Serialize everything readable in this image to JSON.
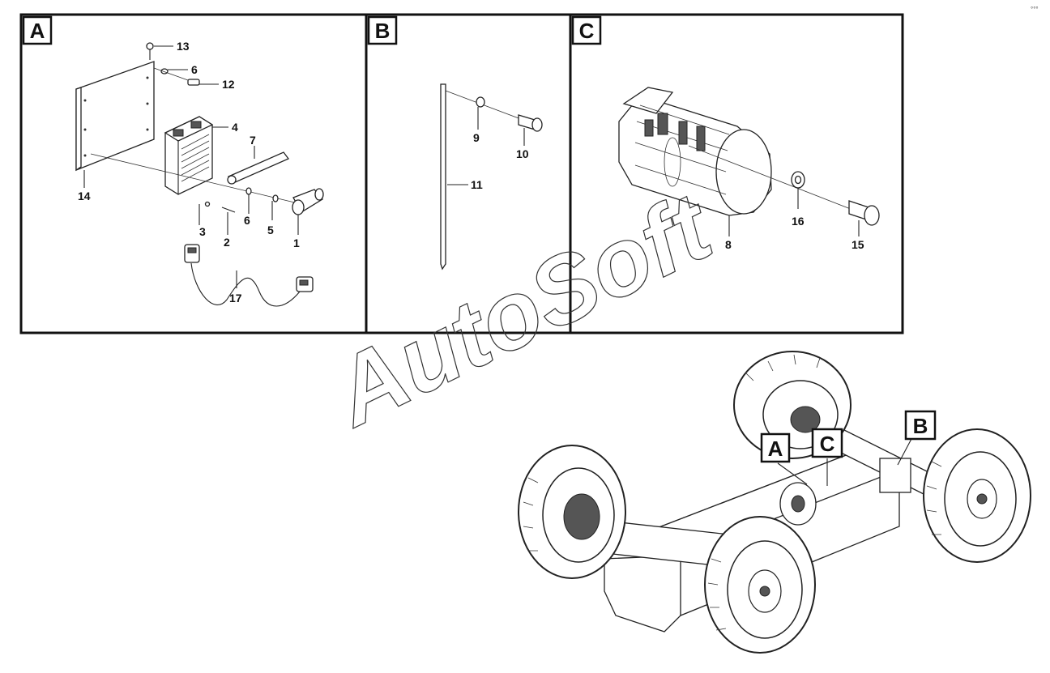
{
  "panels": [
    {
      "id": "panel-a",
      "label": "A"
    },
    {
      "id": "panel-b",
      "label": "B"
    },
    {
      "id": "panel-c",
      "label": "C"
    }
  ],
  "callouts": {
    "a": [
      "13",
      "6",
      "12",
      "4",
      "7",
      "14",
      "3",
      "2",
      "6",
      "5",
      "1",
      "17"
    ],
    "b": [
      "9",
      "10",
      "11"
    ],
    "c": [
      "16",
      "15",
      "8"
    ]
  },
  "vehicle_tags": [
    "A",
    "C",
    "B"
  ],
  "watermark": "AutoSoft",
  "corner_mark": "°°°"
}
